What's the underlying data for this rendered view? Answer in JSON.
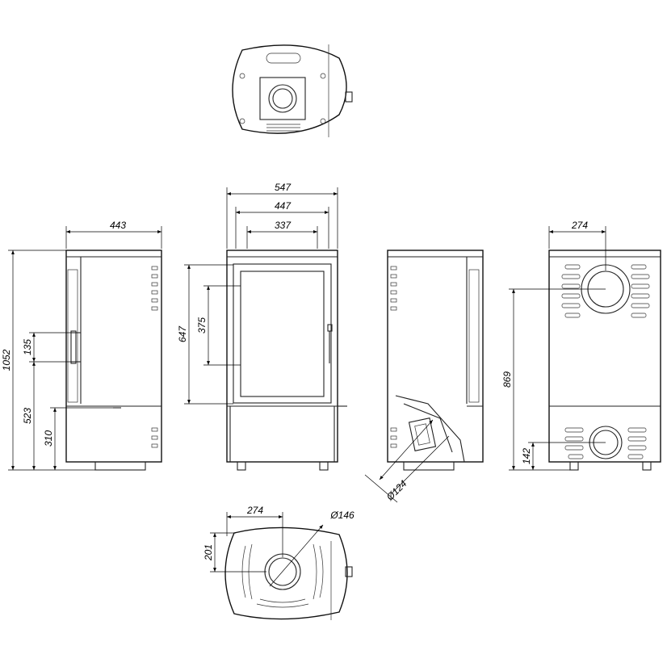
{
  "dimensions": {
    "side_depth": "443",
    "front_width_outer": "547",
    "front_width_middle": "447",
    "front_width_inner": "337",
    "rear_flue_offset": "274",
    "bottom_flue_offset": "274",
    "bottom_flue_diameter": "Ø146",
    "bottom_flue_depth": "201",
    "total_height": "1052",
    "side_handle_height": "135",
    "side_ash_height": "523",
    "side_base_height": "310",
    "front_glass_total": "647",
    "front_glass_inner": "375",
    "rear_flue_height": "869",
    "rear_air_inlet_height": "142",
    "air_inlet_diameter": "Ø124"
  }
}
